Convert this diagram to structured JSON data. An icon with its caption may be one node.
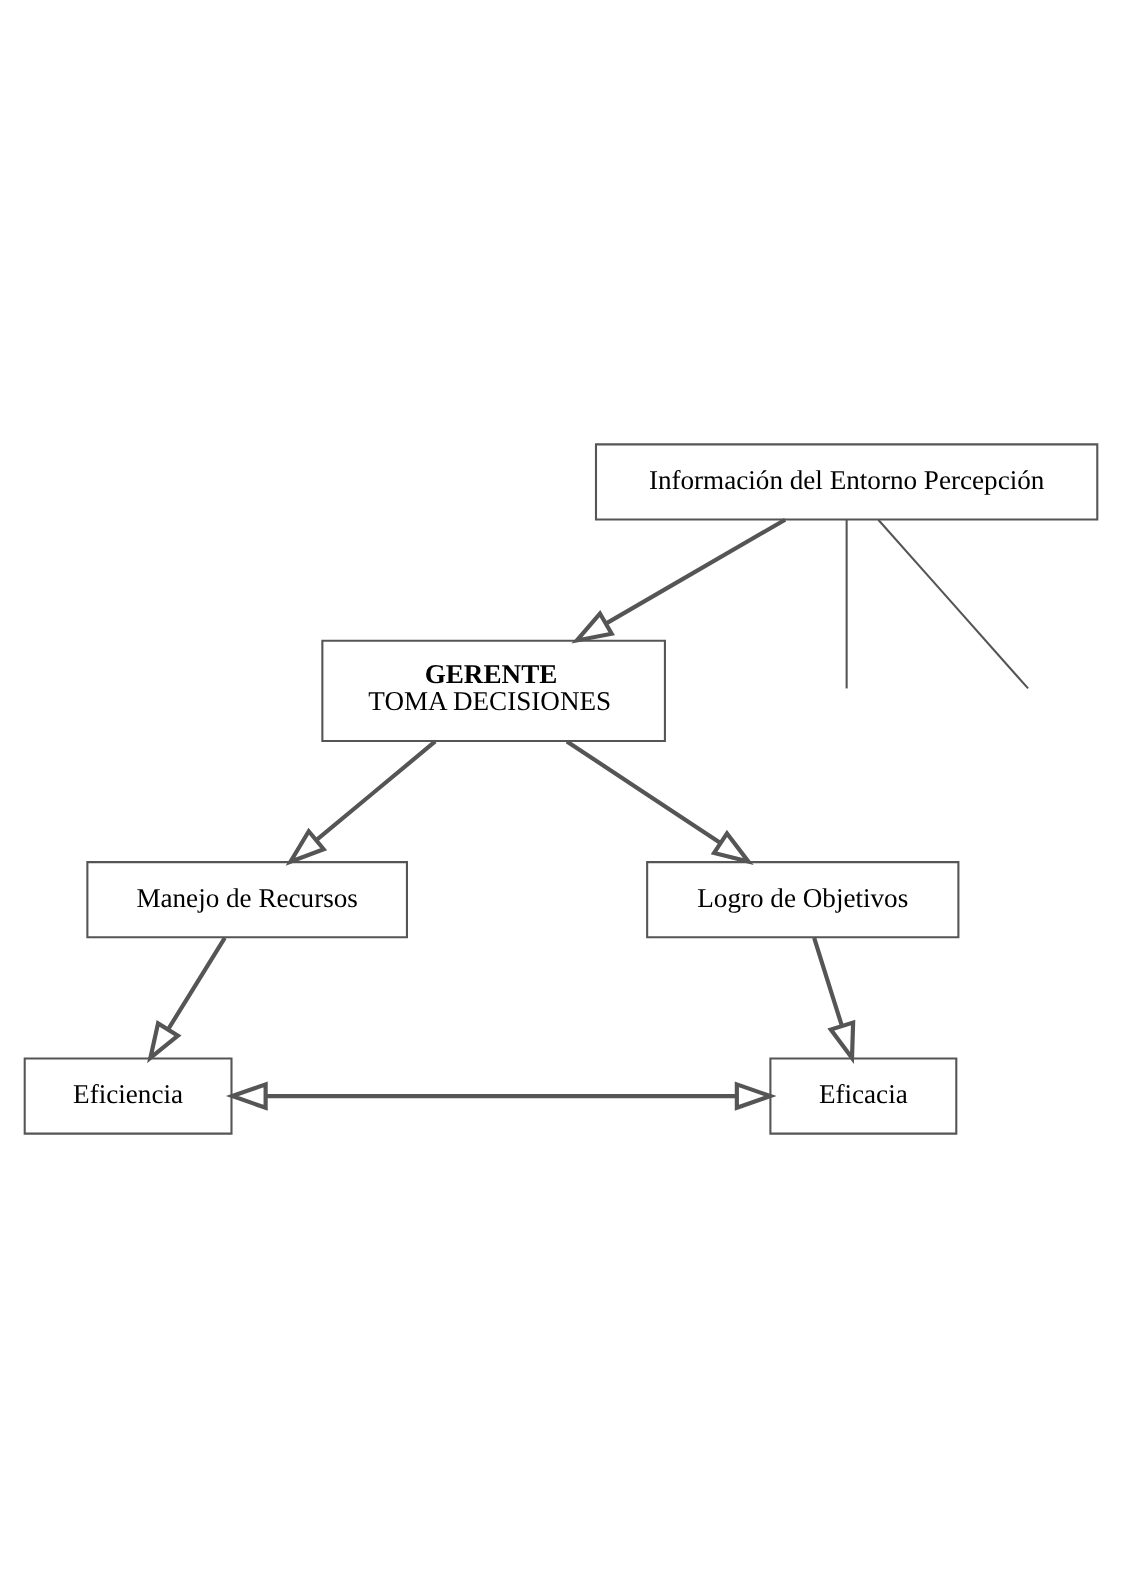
{
  "diagram": {
    "nodes": [
      {
        "text": [
          "Información del Entorno Percepción"
        ]
      },
      {
        "text": [
          "GERENTE",
          "TOMA DECISIONES"
        ]
      },
      {
        "text": [
          "Manejo de Recursos"
        ]
      },
      {
        "text": [
          "Logro de Objetivos"
        ]
      },
      {
        "text": [
          "Eficiencia"
        ]
      },
      {
        "text": [
          "Eficacia"
        ]
      }
    ],
    "edges": [
      {
        "from": 0,
        "to": 1,
        "arrow": "to"
      },
      {
        "from": 0,
        "to": null,
        "arrow": "none"
      },
      {
        "from": 0,
        "to": null,
        "arrow": "none"
      },
      {
        "from": 1,
        "to": 2,
        "arrow": "to"
      },
      {
        "from": 1,
        "to": 3,
        "arrow": "to"
      },
      {
        "from": 2,
        "to": 4,
        "arrow": "to"
      },
      {
        "from": 3,
        "to": 5,
        "arrow": "to"
      },
      {
        "from": 4,
        "to": 5,
        "arrow": "both"
      }
    ]
  }
}
